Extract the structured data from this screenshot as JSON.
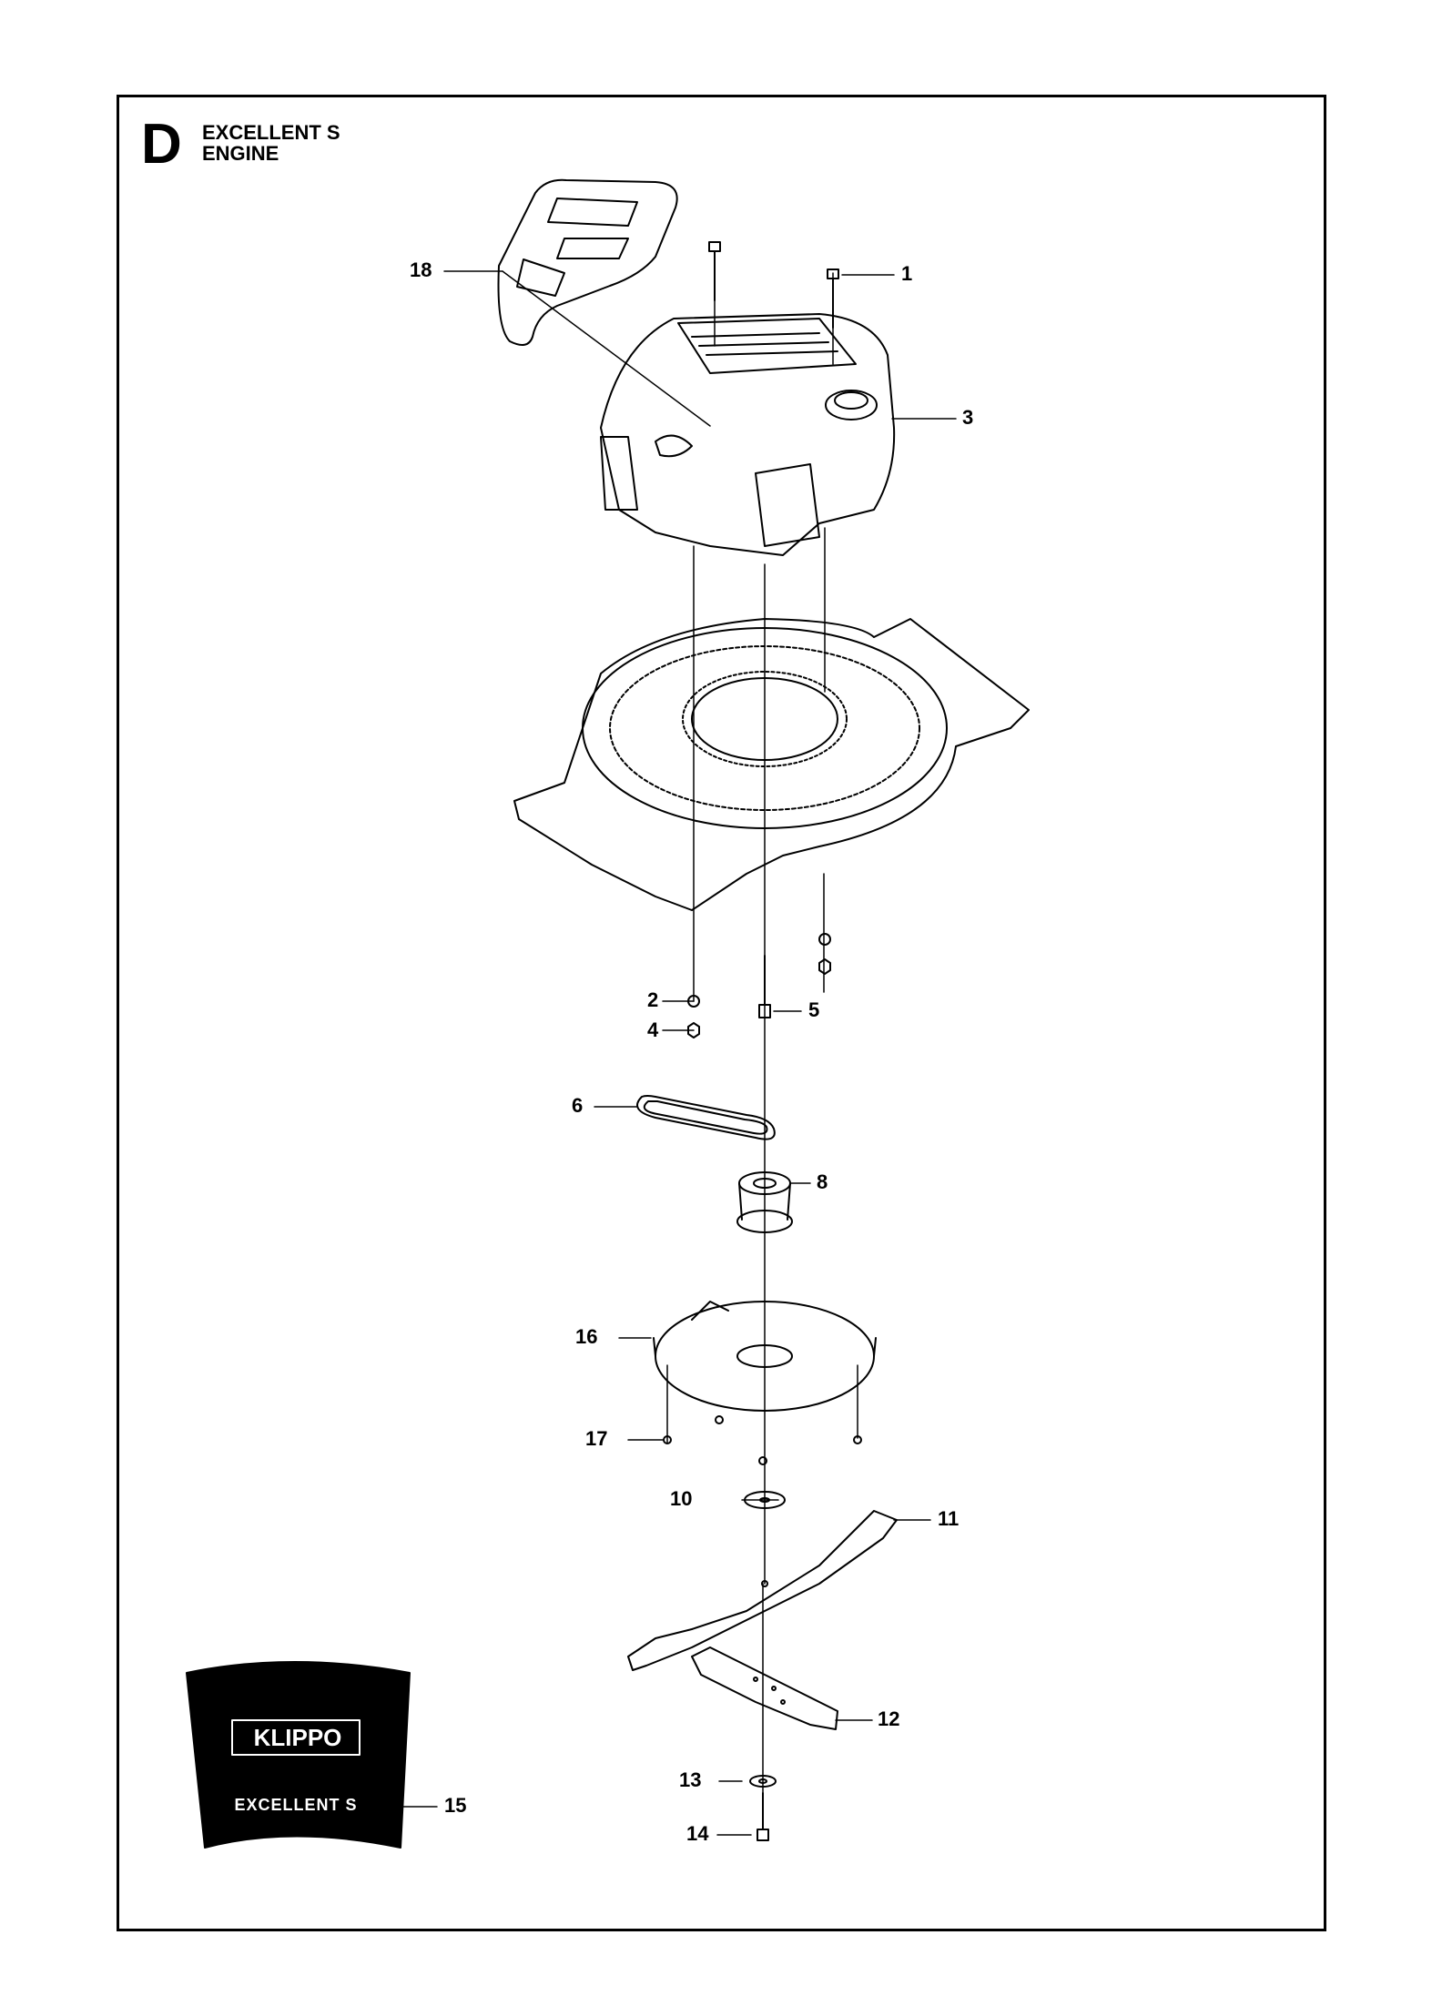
{
  "header": {
    "section_letter": "D",
    "model": "EXCELLENT S",
    "group": "ENGINE"
  },
  "decal": {
    "brand": "KLIPPO",
    "model": "EXCELLENT S"
  },
  "callouts": [
    {
      "id": "1",
      "label": "1"
    },
    {
      "id": "2",
      "label": "2"
    },
    {
      "id": "3",
      "label": "3"
    },
    {
      "id": "4",
      "label": "4"
    },
    {
      "id": "5",
      "label": "5"
    },
    {
      "id": "6",
      "label": "6"
    },
    {
      "id": "8",
      "label": "8"
    },
    {
      "id": "10",
      "label": "10"
    },
    {
      "id": "11",
      "label": "11"
    },
    {
      "id": "12",
      "label": "12"
    },
    {
      "id": "13",
      "label": "13"
    },
    {
      "id": "14",
      "label": "14"
    },
    {
      "id": "15",
      "label": "15"
    },
    {
      "id": "16",
      "label": "16"
    },
    {
      "id": "17",
      "label": "17"
    },
    {
      "id": "18",
      "label": "18"
    }
  ]
}
